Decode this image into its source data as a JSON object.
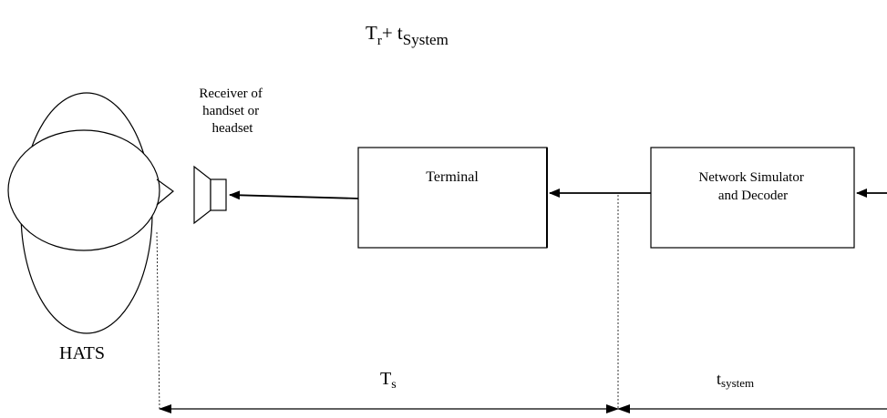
{
  "title": {
    "main": "T",
    "main_sub": "r",
    "plus": "+ t",
    "system_sub": "System"
  },
  "hats_label": "HATS",
  "receiver_label": {
    "line1": "Receiver of",
    "line2": "handset or",
    "line3": "headset"
  },
  "terminal_label": "Terminal",
  "network_label": {
    "line1": "Network Simulator",
    "line2": "and Decoder"
  },
  "dimensions": {
    "ts_main": "T",
    "ts_sub": "s",
    "tsystem_main": "t",
    "tsystem_sub": "system"
  },
  "icons": {
    "head": "hats-head-icon",
    "speaker": "speaker-icon"
  },
  "colors": {
    "line": "#000000",
    "background": "#ffffff"
  }
}
